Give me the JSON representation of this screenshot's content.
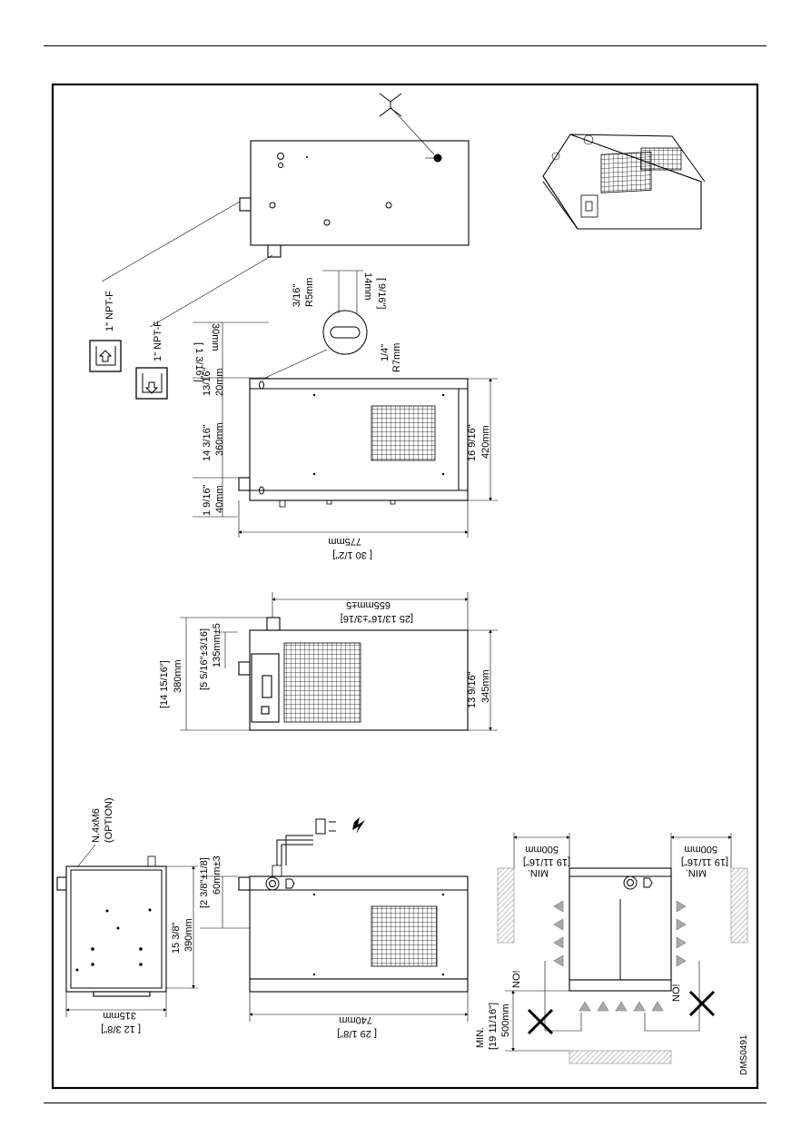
{
  "drawing_id": "DMS0491",
  "top_view": {
    "conn_label_1": "1\" NPT-F",
    "conn_label_2": "1\" NPT-F"
  },
  "side_view_1": {
    "offset_in": "[ 1 3/16\"]",
    "offset_mm": "30mm",
    "slot_r5_in": "3/16\"",
    "slot_r5_mm": "R5mm",
    "slot_14_mm": "14mm",
    "slot_14_in": "[ 9/16\"]",
    "slot_r7_in": "1/4\"",
    "slot_r7_mm": "R7mm",
    "d20_in": "13/16\"",
    "d20_mm": "20mm",
    "d360_in": "14 3/16\"",
    "d360_mm": "360mm",
    "d40_in": "1 9/16\"",
    "d40_mm": "40mm",
    "d420_in": "16 9/16\"",
    "d420_mm": "420mm",
    "d775_mm": "775mm",
    "d775_in": "[ 30 1/2\"]"
  },
  "side_view_2": {
    "d655_mm": "655mm±5",
    "d655_in": "[25 13/16\"±3/16]",
    "d135_in": "[5 5/16\"±3/16]",
    "d135_mm": "135mm±5",
    "d380_in": "[14 15/16\"]",
    "d380_mm": "380mm",
    "d345_in": "13 9/16\"",
    "d345_mm": "345mm"
  },
  "front_view": {
    "option_1": "N.4xM6",
    "option_2": "(OPTION)",
    "d390_in": "15 3/8\"",
    "d390_mm": "390mm",
    "d60_in": "[2 3/8\"±1/8]",
    "d60_mm": "60mm±3",
    "d315_mm": "315mm",
    "d315_in": "[ 12 3/8\"]",
    "d740_mm": "740mm",
    "d740_in": "[ 29 1/8\"]"
  },
  "clearance": {
    "min_label": "MIN.",
    "min_in": "[19 11/16\"]",
    "min_mm": "500mm",
    "no_label": "NO!"
  }
}
